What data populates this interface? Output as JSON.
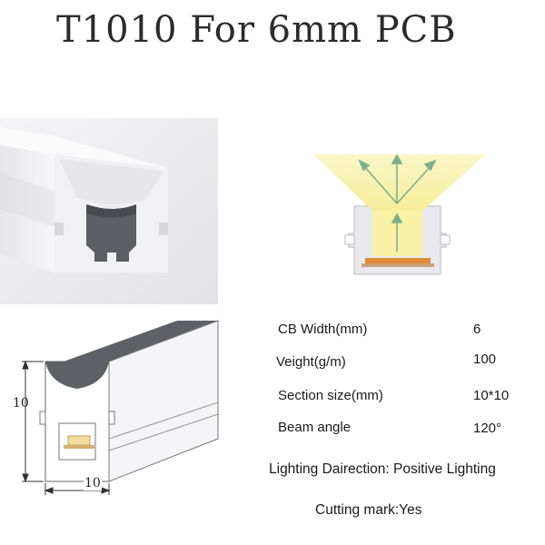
{
  "title": "T1010 For 6mm PCB",
  "dimensions": {
    "height_label": "10",
    "width_label": "10"
  },
  "specs": [
    {
      "label": "CB Width(mm)",
      "value": "6"
    },
    {
      "label": "Veight(g/m)",
      "value": "100"
    },
    {
      "label": "Section size(mm)",
      "value": "10*10"
    },
    {
      "label": "Beam angle",
      "value": "120°"
    }
  ],
  "lighting_direction": "Lighting Dairection: Positive Lighting",
  "cutting_mark": "Cutting mark:Yes",
  "colors": {
    "light_beam": "#f7f0a8",
    "led": "#e08a3a",
    "profile_dark": "#5f6065",
    "profile_light": "#f2f2f4"
  }
}
